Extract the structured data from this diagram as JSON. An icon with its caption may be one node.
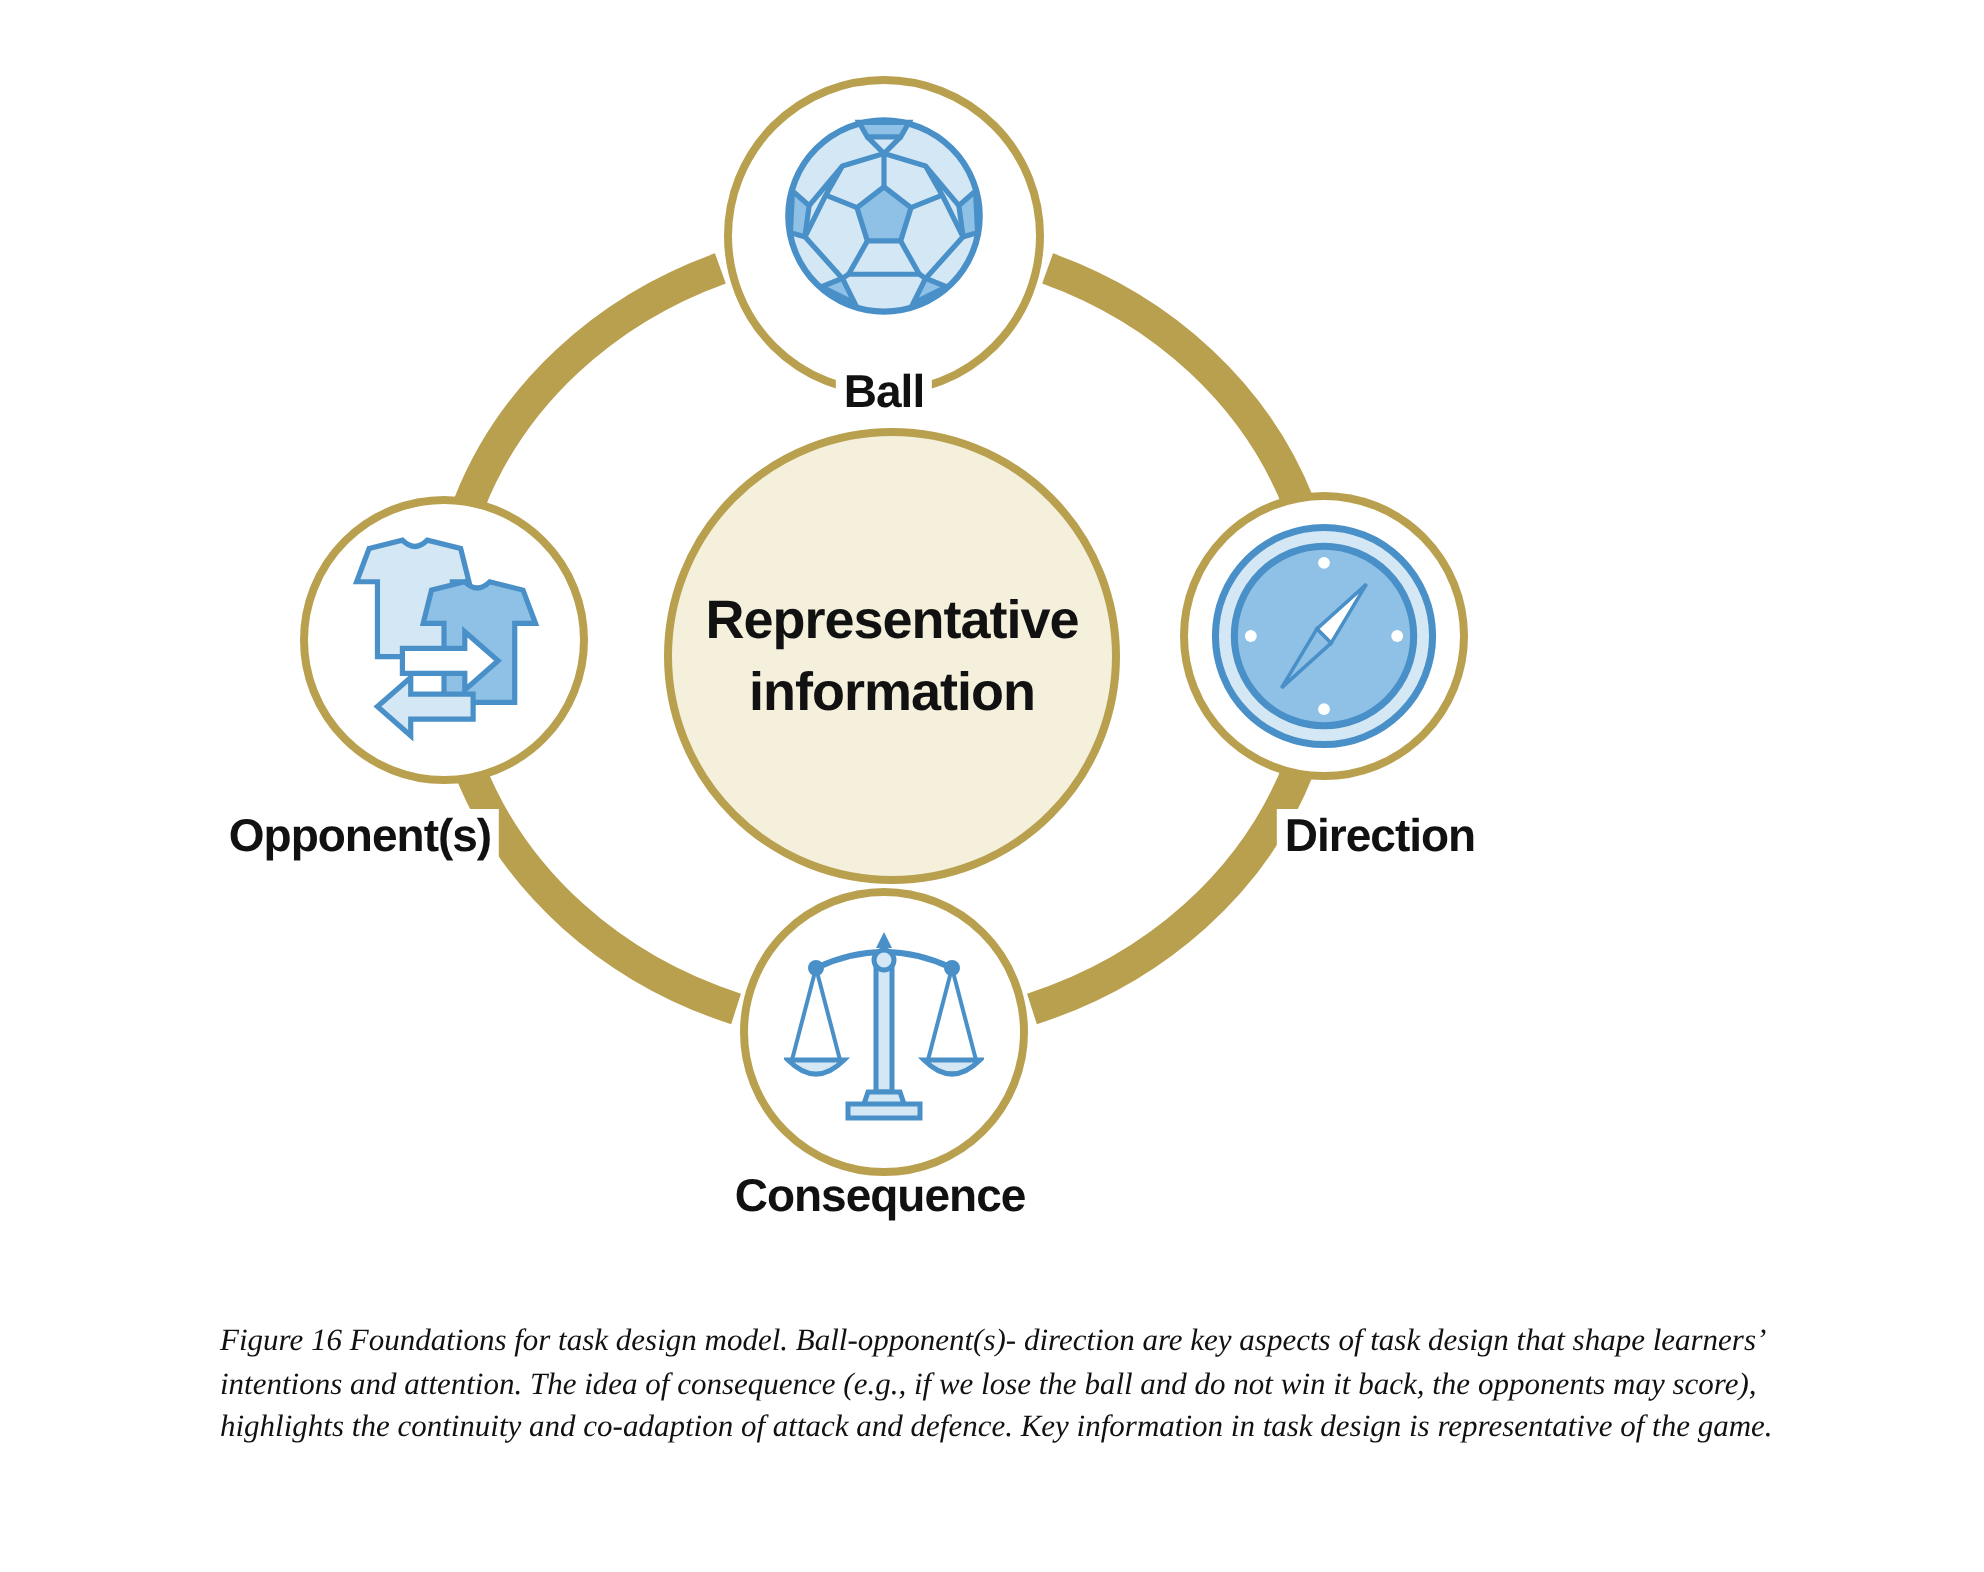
{
  "diagram": {
    "caption": "Figure 16 Foundations for task design model. Ball-opponent(s)- direction are key aspects of task design that shape learners’ intentions and attention. The idea of consequence (e.g., if we lose the ball and do not win it back, the opponents may score), highlights the continuity and co-adaption of attack and defence. Key information in task design is representative of the game.",
    "nodes": [
      {
        "text": [
          "Representative information"
        ]
      },
      {
        "text": [
          "Ball"
        ]
      },
      {
        "text": [
          "Direction"
        ]
      },
      {
        "text": [
          "Consequence"
        ]
      },
      {
        "text": [
          "Opponent(s)"
        ]
      }
    ],
    "edges": [
      {
        "from": 1,
        "to": 2,
        "arrow": "none"
      },
      {
        "from": 2,
        "to": 3,
        "arrow": "none"
      },
      {
        "from": 3,
        "to": 4,
        "arrow": "none"
      },
      {
        "from": 4,
        "to": 1,
        "arrow": "none"
      }
    ]
  }
}
